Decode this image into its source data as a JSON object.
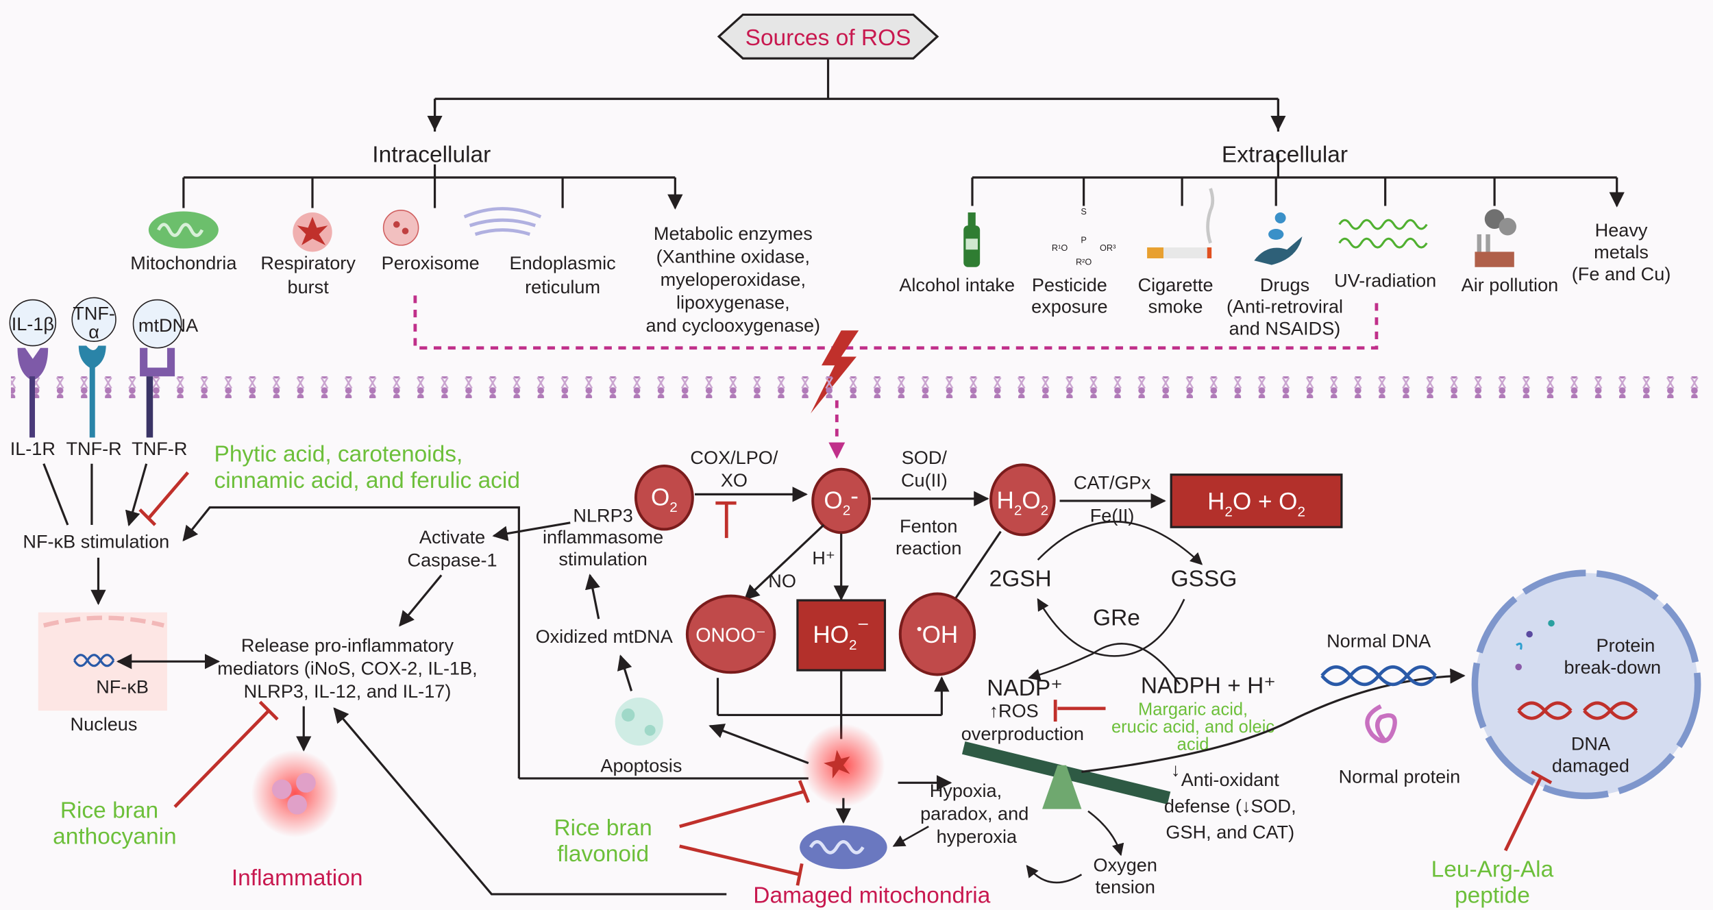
{
  "title": "Sources of ROS",
  "intracellular": {
    "label": "Intracellular",
    "items": [
      "Mitochondria",
      "Respiratory",
      "burst",
      "Peroxisome",
      "Endoplasmic",
      "reticulum",
      "Metabolic enzymes",
      "(Xanthine oxidase,",
      "myeloperoxidase,",
      "lipoxygenase,",
      "and cyclooxygenase)"
    ]
  },
  "extracellular": {
    "label": "Extracellular",
    "items": [
      "Alcohol intake",
      "Pesticide",
      "exposure",
      "Cigarette",
      "smoke",
      "Drugs",
      "(Anti-retroviral",
      "and NSAIDS)",
      "UV-radiation",
      "Air pollution",
      "Heavy",
      "metals",
      "(Fe and Cu)"
    ],
    "pesticide_formula": [
      "S",
      "P",
      "R¹O",
      "OR³",
      "R²O"
    ]
  },
  "receptors": {
    "ligands": [
      "IL-1β",
      "TNF-",
      "α",
      "mtDNA"
    ],
    "names": [
      "IL-1R",
      "TNF-R",
      "TNF-R"
    ]
  },
  "inflammation": {
    "nfkb_stimulation": "NF-κB stimulation",
    "nucleus_nfkb": "NF-κB",
    "nucleus": "Nucleus",
    "release": [
      "Release pro-inflammatory",
      "mediators (iNoS, COX-2, IL-1B,",
      "NLRP3, IL-12, and IL-17)"
    ],
    "activate": [
      "Activate",
      "Caspase-1"
    ],
    "nlrp3": [
      "NLRP3",
      "inflammasome",
      "stimulation"
    ],
    "oxidized": "Oxidized mtDNA",
    "apoptosis": "Apoptosis",
    "inflammation": "Inflammation",
    "damaged_mito": "Damaged mitochondria"
  },
  "inhibitors": {
    "phytic": [
      "Phytic acid, carotenoids,",
      "cinnamic acid, and ferulic acid"
    ],
    "anthocyanin": [
      "Rice bran",
      "anthocyanin"
    ],
    "flavonoid": [
      "Rice bran",
      "flavonoid"
    ],
    "margaric": [
      "Margaric acid,",
      "erucic acid, and oleic",
      "acid"
    ],
    "peptide": [
      "Leu-Arg-Ala",
      "peptide"
    ]
  },
  "species": {
    "o2": [
      "O",
      "2"
    ],
    "superoxide": [
      "O",
      "2",
      "-"
    ],
    "h2o2": [
      "H",
      "2",
      "O",
      "2"
    ],
    "products": [
      "H",
      "2",
      "O + O",
      "2"
    ],
    "onoo": "ONOO⁻",
    "ho2": [
      "HO",
      "2",
      "⁻"
    ],
    "oh": [
      "•",
      "OH"
    ]
  },
  "reactions": {
    "cox": [
      "COX/LPO/",
      "XO"
    ],
    "sod": [
      "SOD/",
      "Cu(II)"
    ],
    "cat": "CAT/GPx",
    "fe": "Fe(II)",
    "fenton": [
      "Fenton",
      "reaction"
    ],
    "no": "NO",
    "h": "H⁺",
    "gsh": "2GSH",
    "gssg": "GSSG",
    "gre": "GRe",
    "nadp": "NADP⁺",
    "nadph": "NADPH + H⁺"
  },
  "balance": {
    "ros": [
      "↑ROS",
      "overproduction"
    ],
    "antioxidant": [
      "↓",
      "Anti-oxidant",
      "defense (↓SOD,",
      "GSH, and CAT)"
    ],
    "hypoxia": [
      "Hypoxia,",
      "paradox, and",
      "hyperoxia"
    ],
    "oxygen": [
      "Oxygen",
      "tension"
    ]
  },
  "cell": {
    "normal_dna": "Normal DNA",
    "normal_protein": "Normal protein",
    "protein_breakdown": [
      "Protein",
      "break-down"
    ],
    "dna_damaged": [
      "DNA",
      "damaged"
    ]
  },
  "colors": {
    "ros_red": "#c04a4a",
    "box_red": "#b3302b",
    "inhibitor_green": "#6cbf3a",
    "title_crimson": "#c8184f",
    "pathway_magenta": "#c0308a",
    "membrane": "#b07ab8"
  }
}
